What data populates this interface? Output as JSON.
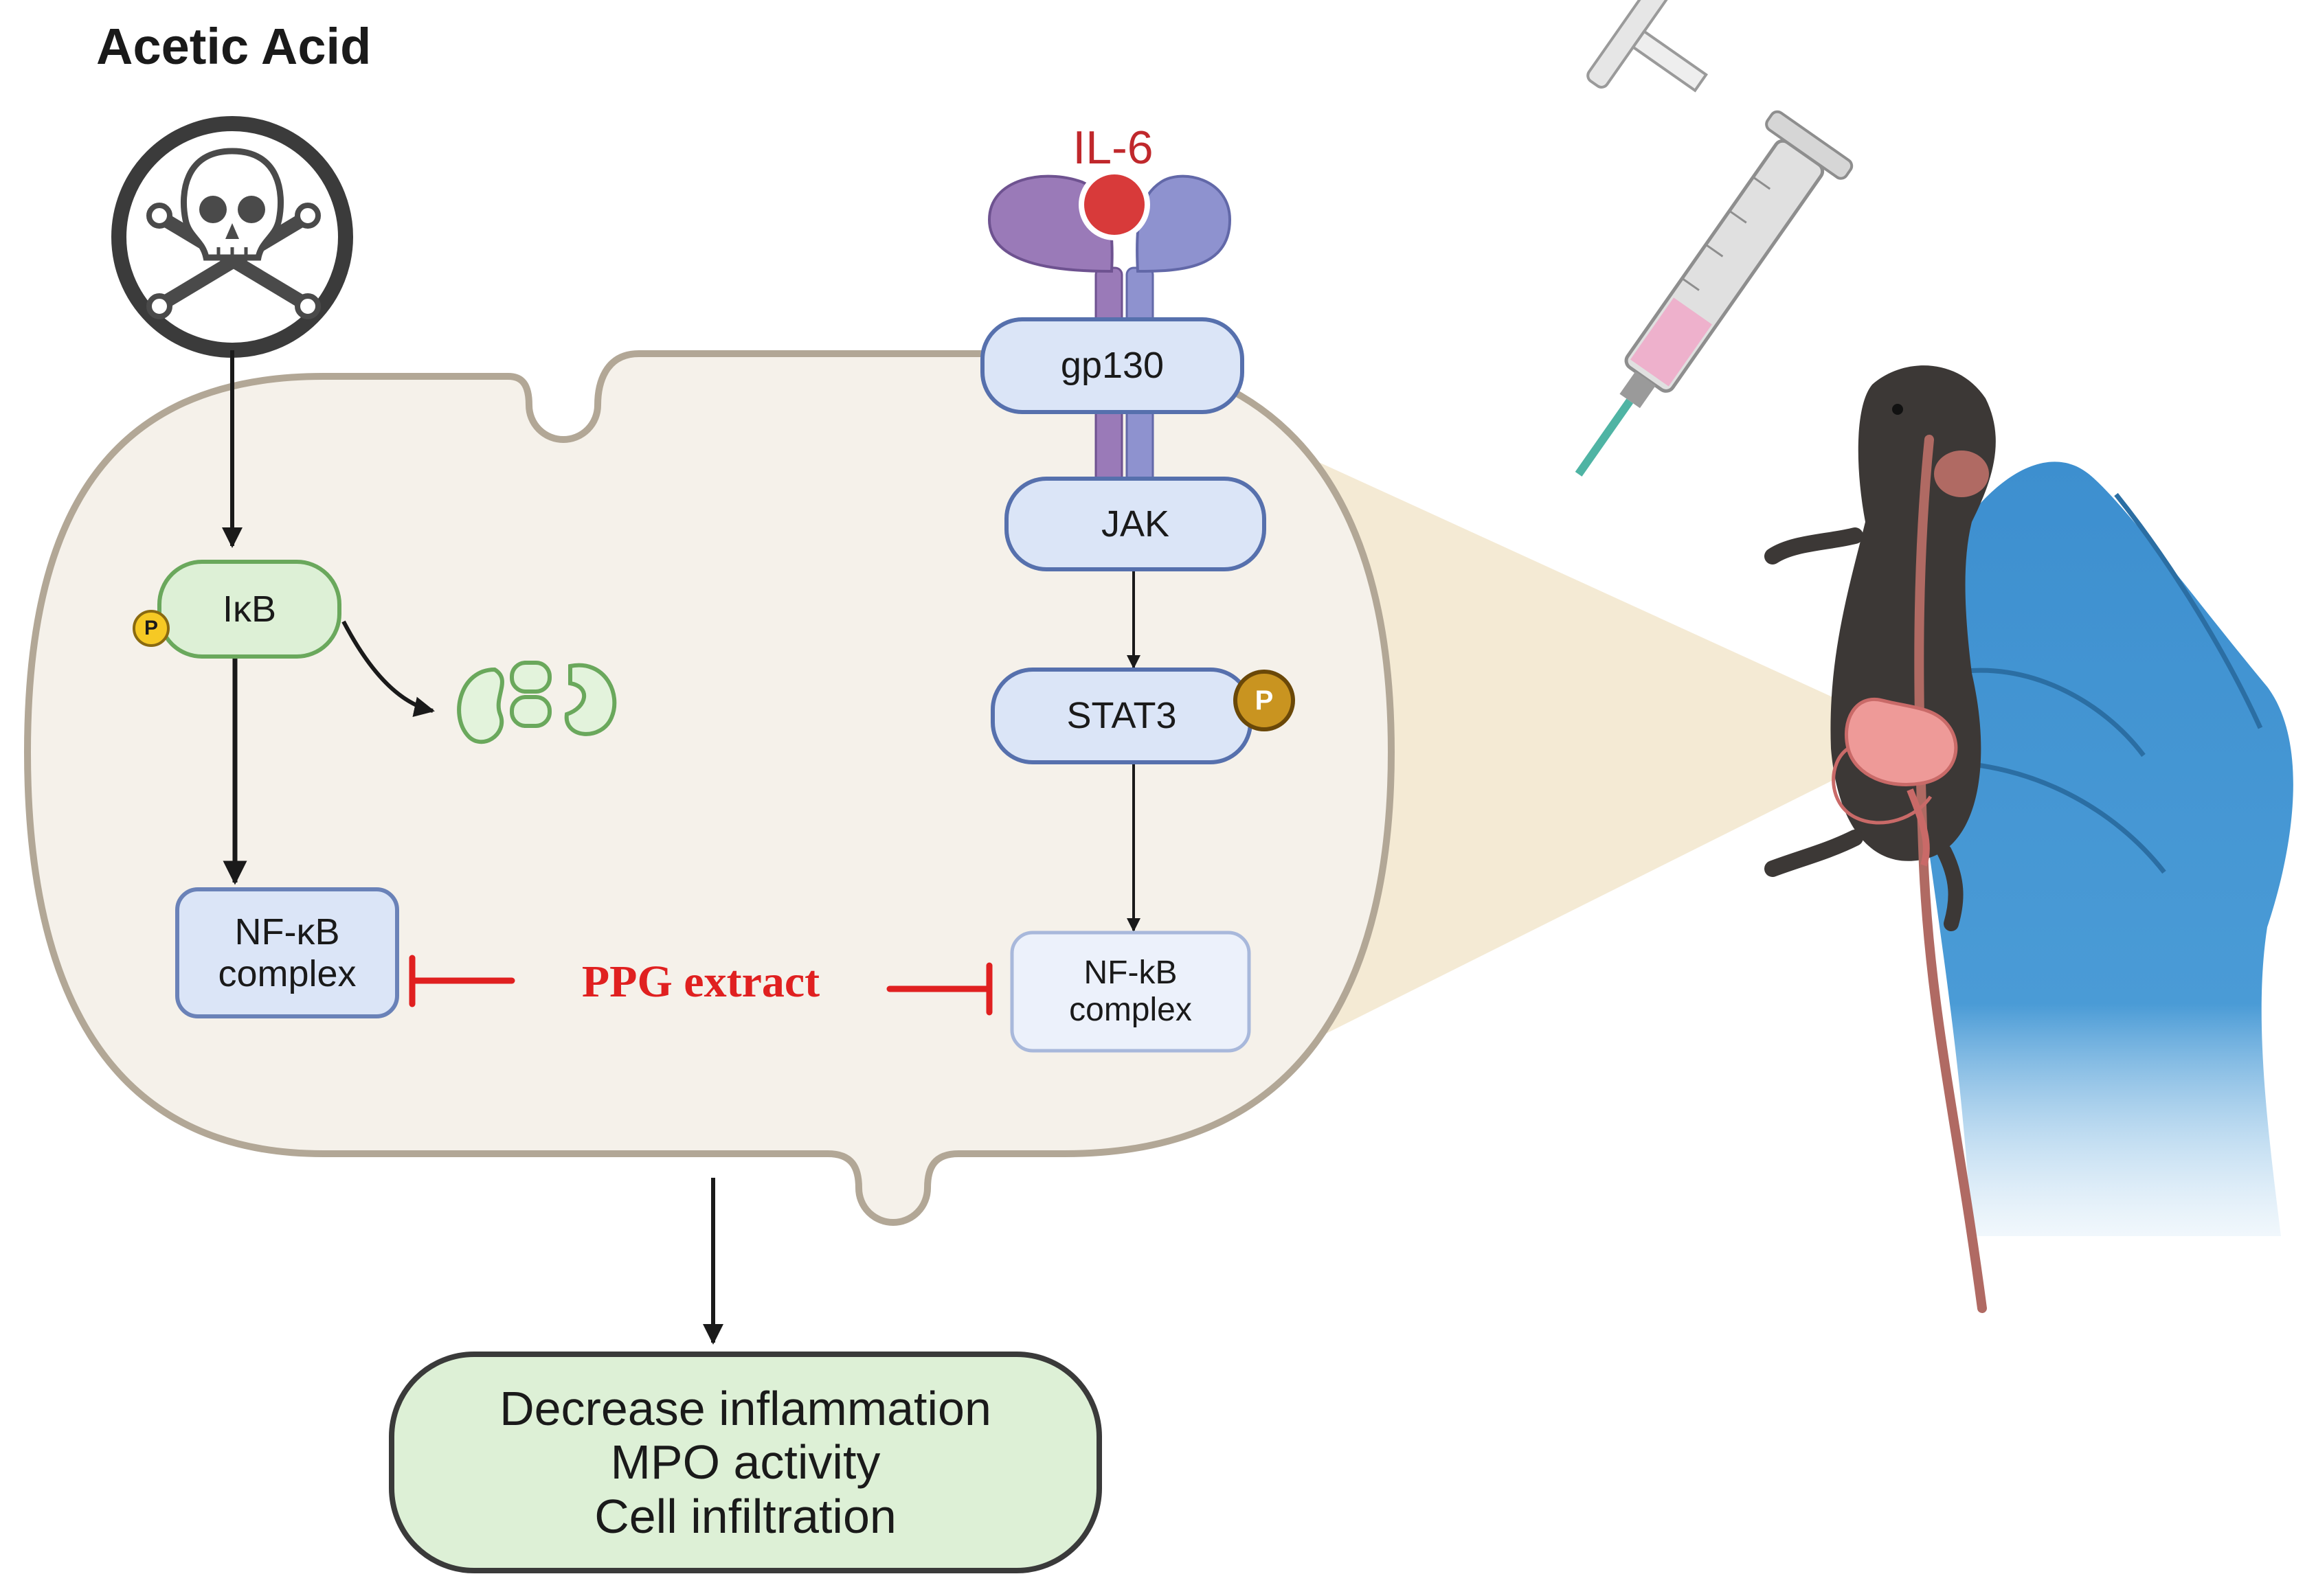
{
  "title": "Acetic Acid",
  "receptor": {
    "ligand": "IL-6",
    "subunit": "gp130"
  },
  "pathway_left": {
    "inhibitor": "IκB",
    "phospho": "P",
    "complex_line1": "NF-κB",
    "complex_line2": "complex"
  },
  "pathway_right": {
    "kinase": "JAK",
    "transcription_factor": "STAT3",
    "phospho": "P",
    "complex_line1": "NF-kB",
    "complex_line2": "complex"
  },
  "treatment": "PPG extract",
  "outcome": [
    "Decrease inflammation",
    "MPO activity",
    "Cell infiltration"
  ],
  "icons": [
    "skull-crossbones-icon",
    "syringe-icon",
    "mouse-icon",
    "gloved-hand-icon",
    "intestine-icon",
    "proteasome-fragments-icon"
  ],
  "colors": {
    "cell_fill": "#f5f1ea",
    "cell_stroke": "#b2a796",
    "green_box": "#ddf0d6",
    "blue_box": "#dbe5f7",
    "inhibit_red": "#e02020",
    "receptor_purple": "#9a7ab8",
    "receptor_blue": "#8e92cf",
    "ligand_red": "#d83a3a",
    "glove_blue": "#3d8fcf",
    "mouse_dark": "#3c3836"
  }
}
